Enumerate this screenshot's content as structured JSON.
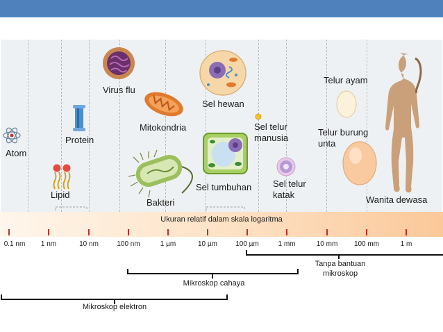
{
  "colors": {
    "header_bar": "#4f81bd",
    "tick": "#c62828",
    "bracket": "#111111"
  },
  "scale": {
    "title": "Ukuran relatif dalam skala logaritma",
    "ticks": [
      "0.1 nm",
      "1 nm",
      "10 nm",
      "100 nm",
      "1 µm",
      "10 µm",
      "100 µm",
      "1 mm",
      "10 mm",
      "100 mm",
      "1 m"
    ]
  },
  "objects": {
    "atom": "Atom",
    "lipid": "Lipid",
    "protein": "Protein",
    "virus": "Virus flu",
    "mitochondria": "Mitokondria",
    "bacteria": "Bakteri",
    "animal_cell": "Sel hewan",
    "plant_cell": "Sel tumbuhan",
    "human_egg_1": "Sel telur",
    "human_egg_2": "manusia",
    "frog_egg_1": "Sel telur",
    "frog_egg_2": "katak",
    "chicken_egg": "Telur ayam",
    "ostrich_egg_1": "Telur burung",
    "ostrich_egg_2": "unta",
    "adult_woman": "Wanita dewasa"
  },
  "ranges": {
    "naked_eye_1": "Tanpa bantuan",
    "naked_eye_2": "mikroskop",
    "light_microscope": "Mikroskop cahaya",
    "electron_microscope": "Mikroskop elektron"
  }
}
